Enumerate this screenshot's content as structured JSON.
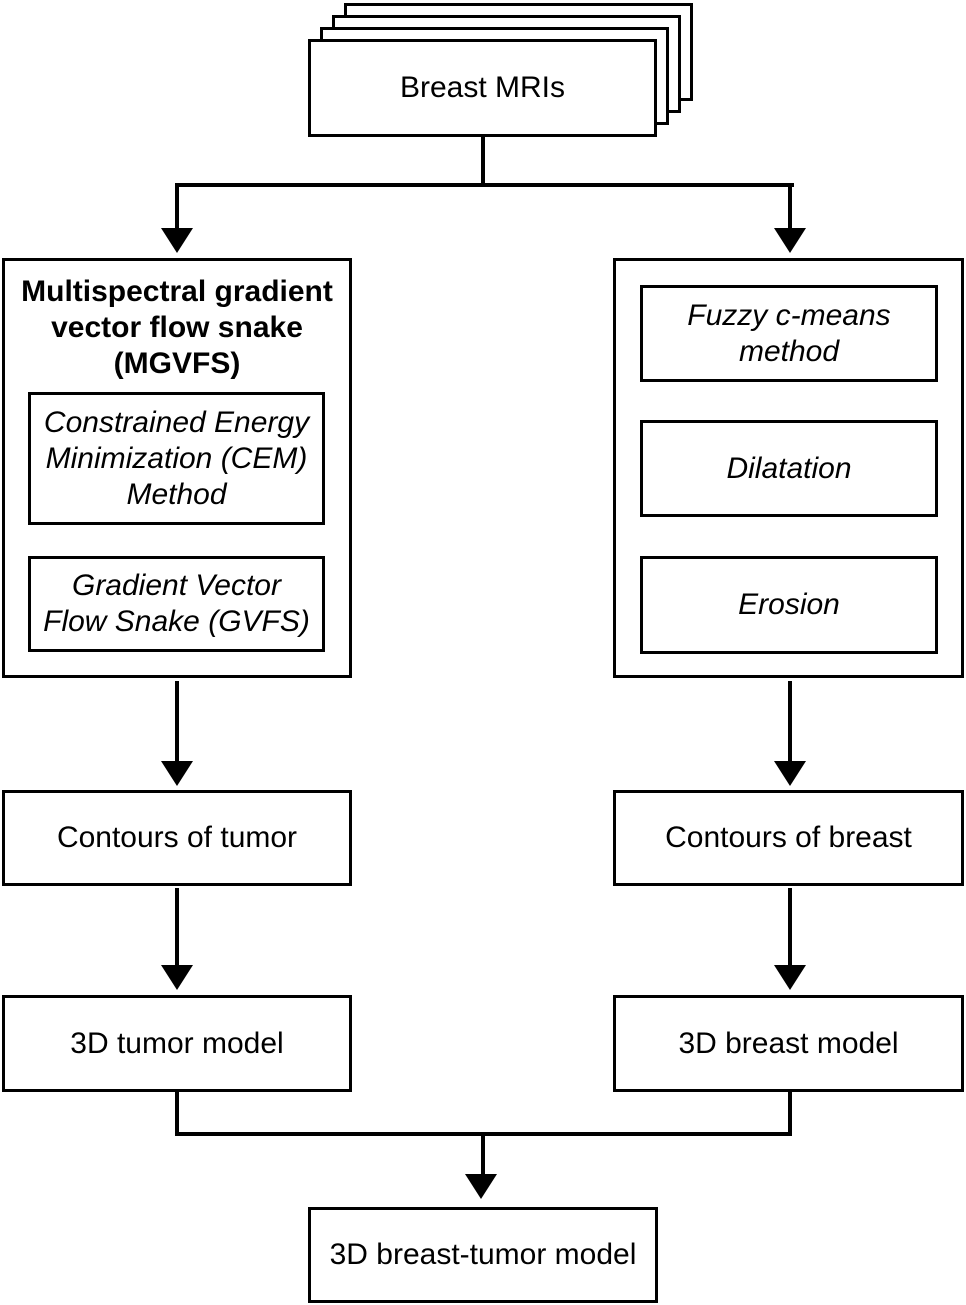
{
  "figure": {
    "type": "flowchart",
    "background_color": "#ffffff",
    "line_color": "#000000",
    "text_color": "#000000"
  },
  "nodes": {
    "breast_mris": "Breast MRIs",
    "mgvfs_title": "Multispectral gradient\nvector flow snake\n(MGVFS)",
    "cem_method": "Constrained Energy\nMinimization (CEM)\nMethod",
    "gvfs": "Gradient Vector\nFlow Snake (GVFS)",
    "fuzzy_c_means": "Fuzzy c-means\nmethod",
    "dilatation": "Dilatation",
    "erosion": "Erosion",
    "contours_of_tumor": "Contours of tumor",
    "contours_of_breast": "Contours of breast",
    "tumor_model_3d": "3D tumor model",
    "breast_model_3d": "3D breast model",
    "breast_tumor_model_3d": "3D breast-tumor model"
  }
}
